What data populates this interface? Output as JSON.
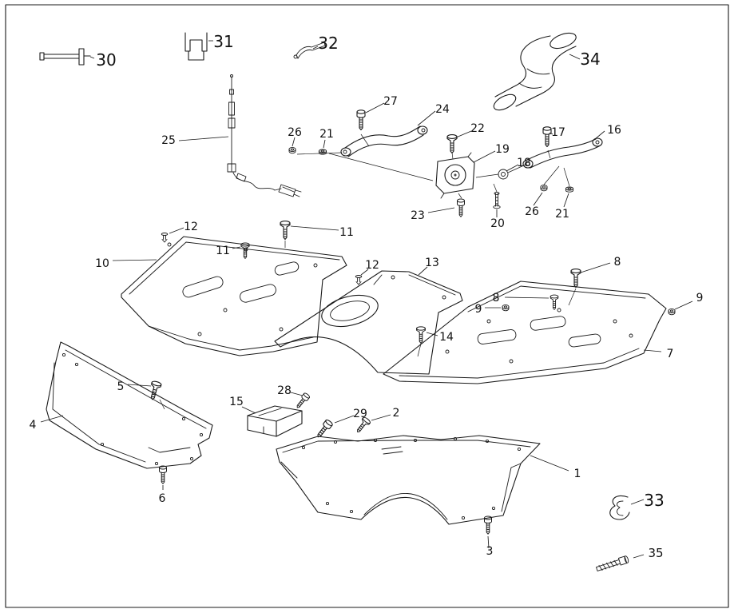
{
  "figure": {
    "background": "#ffffff",
    "line_color": "#1a1a1a",
    "text_color": "#111111"
  },
  "callouts": {
    "p1": "1",
    "p2": "2",
    "p3": "3",
    "p4": "4",
    "p5": "5",
    "p6": "6",
    "p7": "7",
    "p8a": "8",
    "p8b": "8",
    "p9a": "9",
    "p9b": "9",
    "p10": "10",
    "p11a": "11",
    "p11b": "11",
    "p12a": "12",
    "p12b": "12",
    "p13": "13",
    "p14": "14",
    "p15": "15",
    "p16": "16",
    "p17": "17",
    "p18": "18",
    "p19": "19",
    "p20": "20",
    "p21a": "21",
    "p21b": "21",
    "p22": "22",
    "p23": "23",
    "p24": "24",
    "p25": "25",
    "p26a": "26",
    "p26b": "26",
    "p27": "27",
    "p28": "28",
    "p29": "29",
    "p30": "30",
    "p31": "31",
    "p32": "32",
    "p33": "33",
    "p34": "34",
    "p35": "35"
  }
}
